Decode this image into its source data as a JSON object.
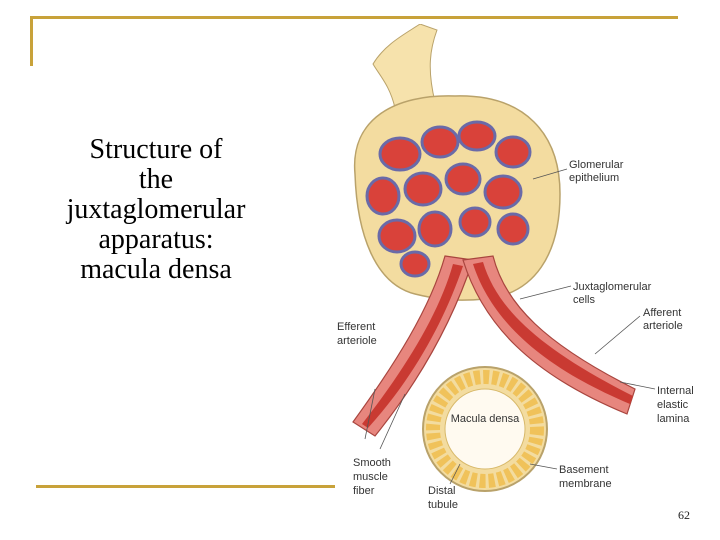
{
  "slide": {
    "title": "Structure of\nthe\njuxtaglomerular\napparatus:\nmacula densa",
    "page_number": "62"
  },
  "diagram": {
    "labels": {
      "glomerular_epithelium": [
        "Glomerular",
        "epithelium"
      ],
      "juxtaglomerular_cells": [
        "Juxtaglomerular",
        "cells"
      ],
      "efferent_arteriole": [
        "Efferent",
        "arteriole"
      ],
      "afferent_arteriole": [
        "Afferent",
        "arteriole"
      ],
      "internal_elastic_lamina": [
        "Internal",
        "elastic",
        "lamina"
      ],
      "macula_densa": "Macula densa",
      "smooth_muscle_fiber": [
        "Smooth",
        "muscle",
        "fiber"
      ],
      "basement_membrane": [
        "Basement",
        "membrane"
      ],
      "distal_tubule": [
        "Distal",
        "tubule"
      ]
    },
    "colors": {
      "capsule": "#f3dca0",
      "capillary": "#d9423a",
      "capillary_wall": "#6a6aa8",
      "arteriole_outer": "#e7867e",
      "arteriole_inner": "#c93a32",
      "tubule_cells": "#f0c25a",
      "frame": "#c8a23a"
    }
  }
}
